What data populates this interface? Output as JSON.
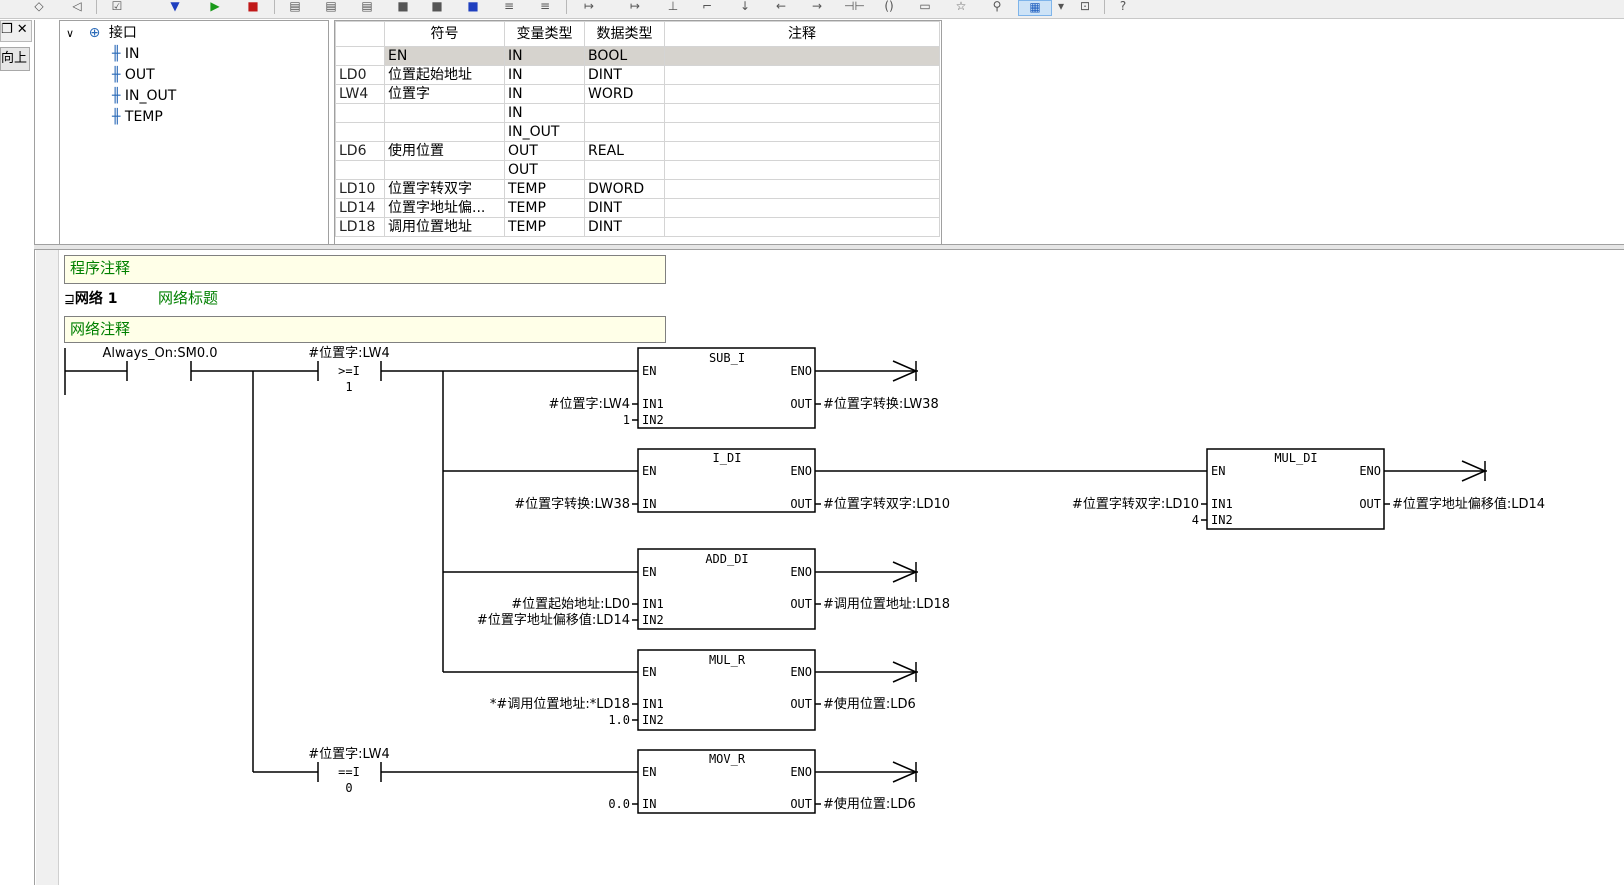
{
  "interface_tree": {
    "root": "接口",
    "children": [
      "IN",
      "OUT",
      "IN_OUT",
      "TEMP"
    ]
  },
  "dock": {
    "top_glyphs": "❐ ✕",
    "button_label": "向上"
  },
  "symbol_table": {
    "headers": {
      "symbol": "符号",
      "var_type": "变量类型",
      "data_type": "数据类型",
      "comment": "注释"
    },
    "rows": [
      {
        "addr": "",
        "symbol": "EN",
        "var_type": "IN",
        "data_type": "BOOL",
        "comment": "",
        "selected": true
      },
      {
        "addr": "LD0",
        "symbol": "位置起始地址",
        "var_type": "IN",
        "data_type": "DINT",
        "comment": ""
      },
      {
        "addr": "LW4",
        "symbol": "位置字",
        "var_type": "IN",
        "data_type": "WORD",
        "comment": ""
      },
      {
        "addr": "",
        "symbol": "",
        "var_type": "IN",
        "data_type": "",
        "comment": ""
      },
      {
        "addr": "",
        "symbol": "",
        "var_type": "IN_OUT",
        "data_type": "",
        "comment": ""
      },
      {
        "addr": "LD6",
        "symbol": "使用位置",
        "var_type": "OUT",
        "data_type": "REAL",
        "comment": ""
      },
      {
        "addr": "",
        "symbol": "",
        "var_type": "OUT",
        "data_type": "",
        "comment": ""
      },
      {
        "addr": "LD10",
        "symbol": "位置字转双字",
        "var_type": "TEMP",
        "data_type": "DWORD",
        "comment": ""
      },
      {
        "addr": "LD14",
        "symbol": "位置字地址偏...",
        "var_type": "TEMP",
        "data_type": "DINT",
        "comment": ""
      },
      {
        "addr": "LD18",
        "symbol": "调用位置地址",
        "var_type": "TEMP",
        "data_type": "DINT",
        "comment": ""
      }
    ]
  },
  "program": {
    "program_comment": "程序注释",
    "network_label": "网络 1",
    "network_title": "网络标题",
    "network_comment": "网络注释"
  },
  "ladder": {
    "contact_sm": "Always_On:SM0.0",
    "cmp1": {
      "operand": "#位置字:LW4",
      "op": ">=I",
      "value": "1"
    },
    "cmp2": {
      "operand": "#位置字:LW4",
      "op": "==I",
      "value": "0"
    },
    "en": "EN",
    "eno": "ENO",
    "in": "IN",
    "in1": "IN1",
    "in2": "IN2",
    "out": "OUT",
    "blocks": {
      "sub_i": {
        "name": "SUB_I",
        "in1": "#位置字:LW4",
        "in2": "1",
        "out": "#位置字转换:LW38"
      },
      "i_di": {
        "name": "I_DI",
        "in": "#位置字转换:LW38",
        "out": "#位置字转双字:LD10"
      },
      "mul_di": {
        "name": "MUL_DI",
        "in1": "#位置字转双字:LD10",
        "in2": "4",
        "out": "#位置字地址偏移值:LD14"
      },
      "add_di": {
        "name": "ADD_DI",
        "in1": "#位置起始地址:LD0",
        "in2": "#位置字地址偏移值:LD14",
        "out": "#调用位置地址:LD18"
      },
      "mul_r": {
        "name": "MUL_R",
        "in1": "*#调用位置地址:*LD18",
        "in2": "1.0",
        "out": "#使用位置:LD6"
      },
      "mov_r": {
        "name": "MOV_R",
        "in": "0.0",
        "out": "#使用位置:LD6"
      }
    }
  }
}
